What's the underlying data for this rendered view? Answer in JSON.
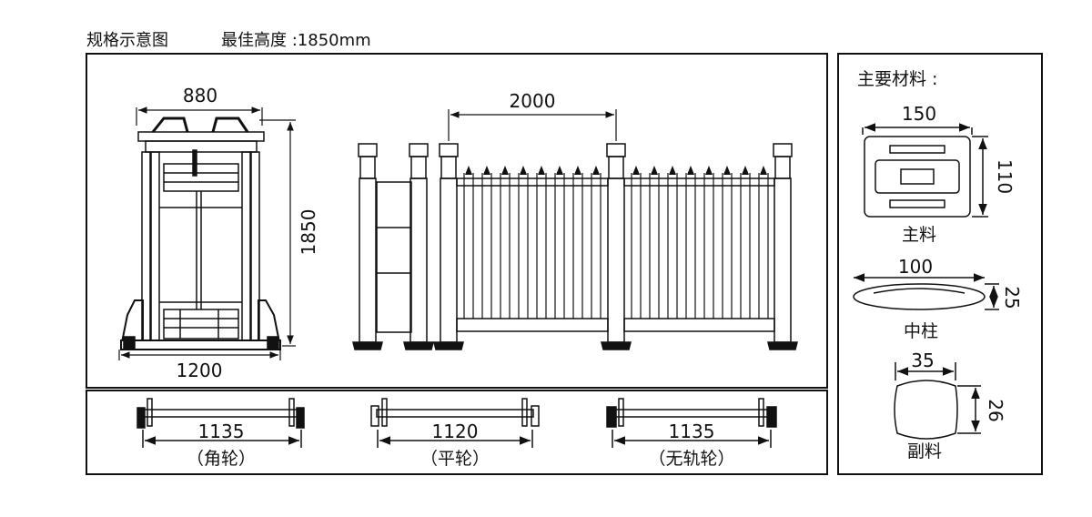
{
  "header": {
    "title": "规格示意图",
    "best_height": "最佳高度 :1850mm"
  },
  "front_view": {
    "top_width": "880",
    "height": "1850",
    "bottom_width": "1200"
  },
  "side_view": {
    "section_width": "2000"
  },
  "wheels": [
    {
      "size": "1135",
      "name": "（角轮）"
    },
    {
      "size": "1120",
      "name": "（平轮）"
    },
    {
      "size": "1135",
      "name": "（无轨轮）"
    }
  ],
  "materials": {
    "title": "主要材料 :",
    "main": {
      "width": "150",
      "height": "110",
      "name": "主料"
    },
    "middle": {
      "width": "100",
      "height": "25",
      "name": "中柱"
    },
    "sub": {
      "width": "35",
      "height": "26",
      "name": "副料"
    }
  }
}
